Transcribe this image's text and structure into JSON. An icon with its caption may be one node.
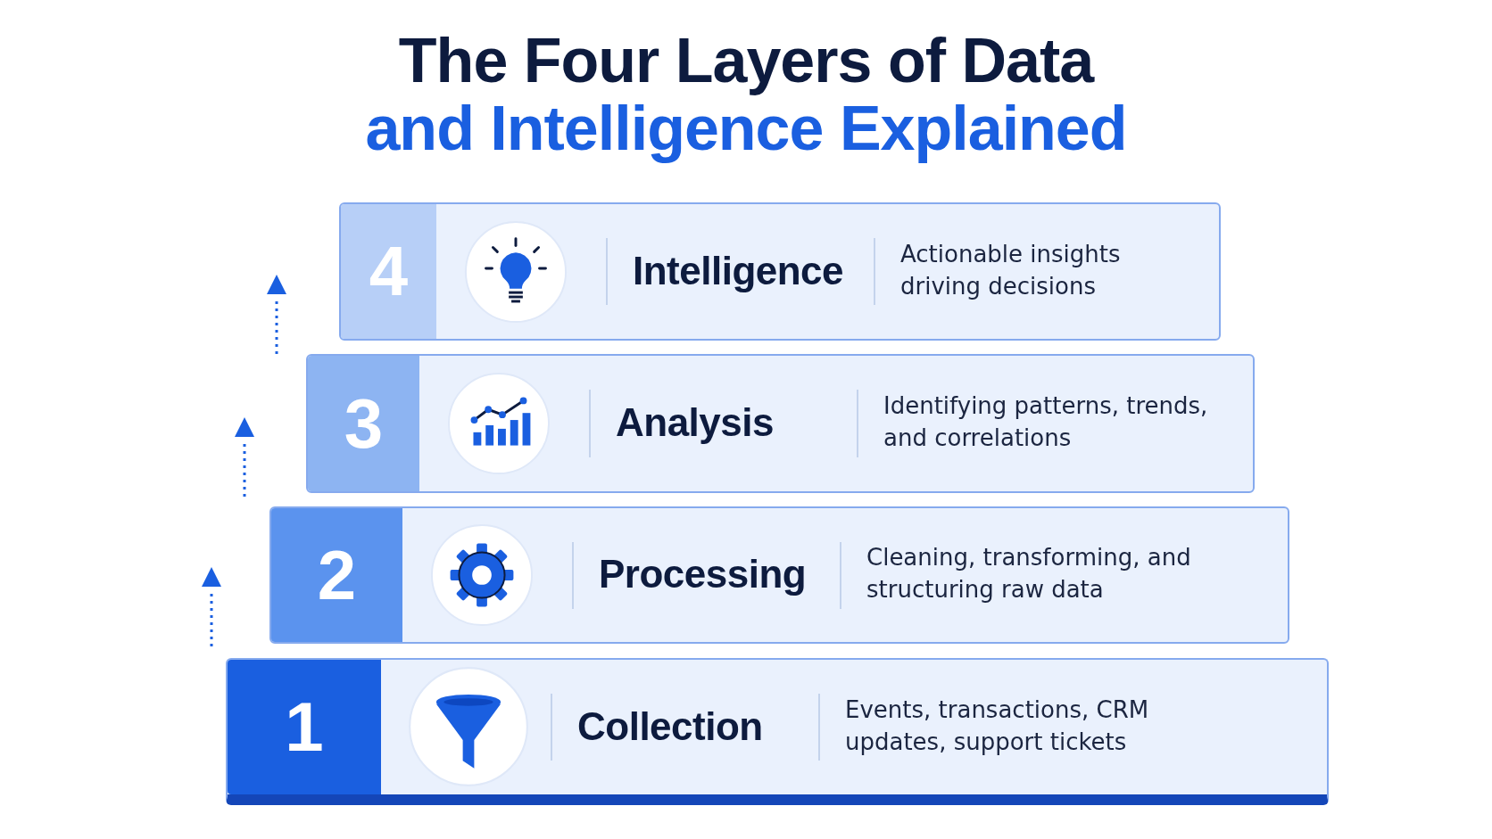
{
  "diagram": {
    "title": "The Four Layers of Data and Intelligence Explained",
    "nodes": [
      {
        "text": [
          "4",
          "Intelligence",
          "Actionable insights driving decisions"
        ]
      },
      {
        "text": [
          "3",
          "Analysis",
          "Identifying patterns, trends, and correlations"
        ]
      },
      {
        "text": [
          "2",
          "Processing",
          "Cleaning, transforming, and structuring raw data"
        ]
      },
      {
        "text": [
          "1",
          "Collection",
          "Events, transactions, CRM updates, support tickets"
        ]
      }
    ],
    "edges": []
  }
}
